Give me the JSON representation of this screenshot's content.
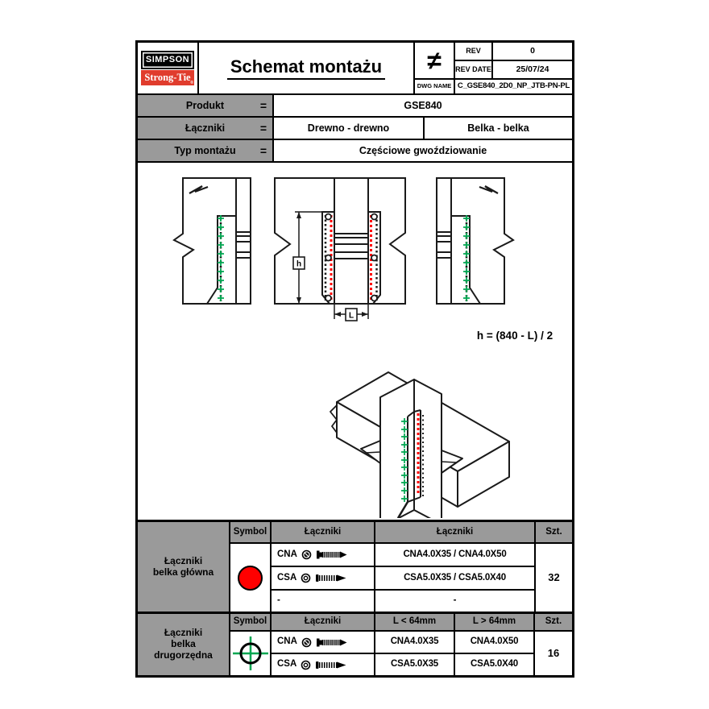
{
  "header": {
    "logo": {
      "line1": "SIMPSON",
      "line2": "Strong-Tie",
      "registered_mark": "®"
    },
    "title": "Schemat montażu",
    "projection_symbol": "≠",
    "rev": {
      "label": "REV",
      "value": "0"
    },
    "rev_date": {
      "label": "REV DATE",
      "value": "25/07/24"
    },
    "dwg_name": {
      "label": "DWG NAME",
      "value": "C_GSE840_2D0_NP_JTB-PN-PL"
    }
  },
  "product_info": {
    "equals_sign": "=",
    "rows": [
      {
        "label": "Produkt",
        "values": [
          "GSE840"
        ]
      },
      {
        "label": "Łączniki",
        "values": [
          "Drewno - drewno",
          "Belka - belka"
        ]
      },
      {
        "label": "Typ montażu",
        "values": [
          "Częściowe gwoździowanie"
        ]
      }
    ]
  },
  "drawing": {
    "formula": "h = (840 - L) / 2",
    "dim_height_label": "h",
    "dim_length_label": "L",
    "colors": {
      "fastener_red": "#ff0000",
      "fastener_green": "#00a651",
      "line": "#1a1a1a"
    }
  },
  "fastener_tables": {
    "main": {
      "row_label": "Łączniki\nbelka główna",
      "headers": [
        "Symbol",
        "Łączniki",
        "Łączniki",
        "Szt."
      ],
      "symbol": "red-filled-circle",
      "rows": [
        {
          "type": "CNA",
          "sizes": "CNA4.0X35 / CNA4.0X50"
        },
        {
          "type": "CSA",
          "sizes": "CSA5.0X35 / CSA5.0X40"
        },
        {
          "type": "-",
          "sizes": "-"
        }
      ],
      "quantity": "32"
    },
    "secondary": {
      "row_label": "Łączniki\nbelka\ndrugorzędna",
      "headers": [
        "Symbol",
        "Łączniki",
        "L < 64mm",
        "L > 64mm",
        "Szt."
      ],
      "symbol": "green-crosshair-circle",
      "rows": [
        {
          "type": "CNA",
          "l_lt_64": "CNA4.0X35",
          "l_gt_64": "CNA4.0X50"
        },
        {
          "type": "CSA",
          "l_lt_64": "CSA5.0X35",
          "l_gt_64": "CSA5.0X40"
        }
      ],
      "quantity": "16"
    }
  }
}
